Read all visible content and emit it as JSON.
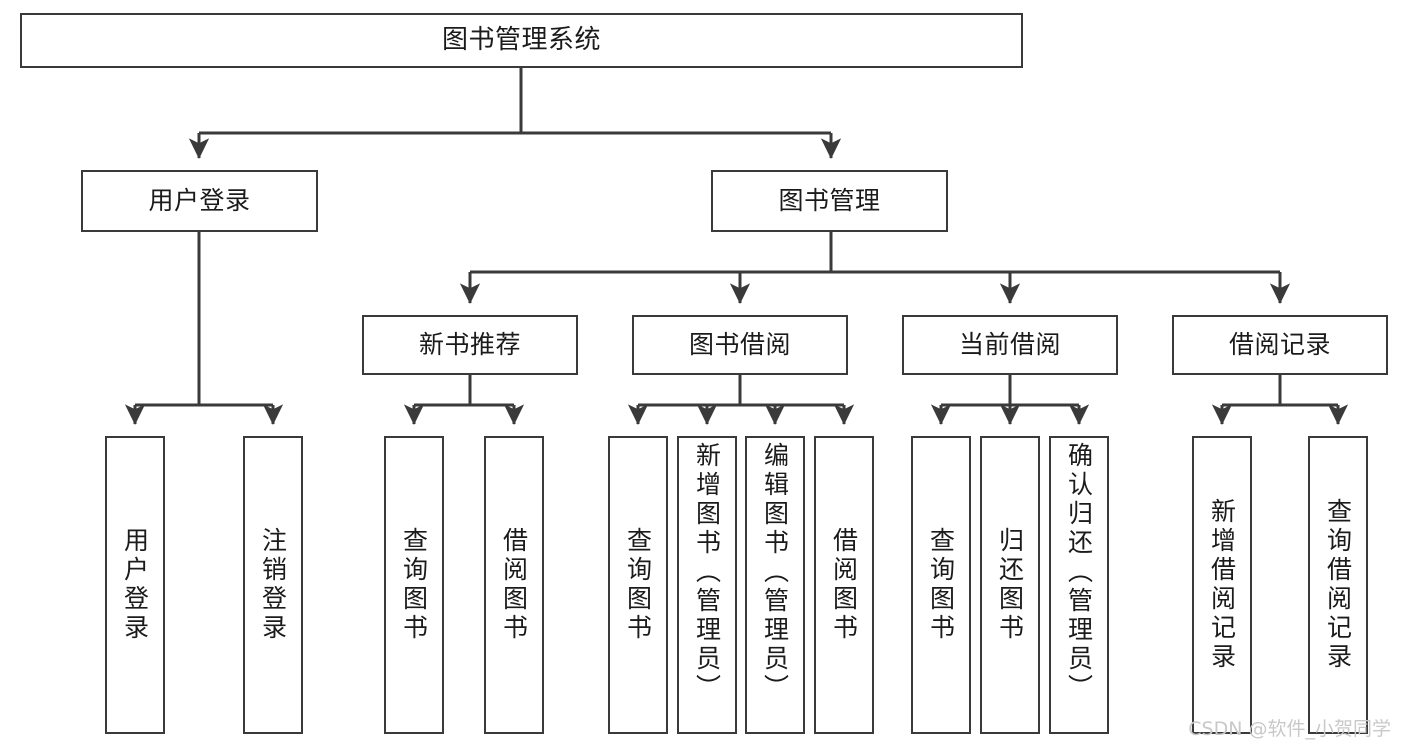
{
  "diagram": {
    "title": "图书管理系统",
    "type": "tree",
    "orientation": "top-down",
    "colors": {
      "box_border": "#3a3a3a",
      "box_fill": "#ffffff",
      "edge": "#3a3a3a",
      "text": "#1b1b1b",
      "watermark": "#c9c9c9",
      "background": "#ffffff"
    }
  },
  "watermark": {
    "text": "CSDN @软件_小贺同学"
  },
  "nodes": {
    "root": {
      "label": "图书管理系统"
    },
    "level2": [
      {
        "id": "user-login",
        "label": "用户登录"
      },
      {
        "id": "book-manage",
        "label": "图书管理"
      }
    ],
    "level3": [
      {
        "id": "new-book-recommend",
        "label": "新书推荐"
      },
      {
        "id": "book-borrow",
        "label": "图书借阅"
      },
      {
        "id": "current-borrow",
        "label": "当前借阅"
      },
      {
        "id": "borrow-record",
        "label": "借阅记录"
      }
    ],
    "leaves": [
      {
        "id": "leaf-user-login",
        "label": "用户登录",
        "parent": "user-login"
      },
      {
        "id": "leaf-logout-login",
        "label": "注销登录",
        "parent": "user-login"
      },
      {
        "id": "leaf-query-book-1",
        "label": "查询图书",
        "parent": "new-book-recommend"
      },
      {
        "id": "leaf-borrow-book-1",
        "label": "借阅图书",
        "parent": "new-book-recommend"
      },
      {
        "id": "leaf-query-book-2",
        "label": "查询图书",
        "parent": "book-borrow"
      },
      {
        "id": "leaf-add-book",
        "label": "新增图书（管理员）",
        "parent": "book-borrow"
      },
      {
        "id": "leaf-edit-book",
        "label": "编辑图书（管理员）",
        "parent": "book-borrow"
      },
      {
        "id": "leaf-borrow-book-2",
        "label": "借阅图书",
        "parent": "book-borrow"
      },
      {
        "id": "leaf-query-book-3",
        "label": "查询图书",
        "parent": "current-borrow"
      },
      {
        "id": "leaf-return-book",
        "label": "归还图书",
        "parent": "current-borrow"
      },
      {
        "id": "leaf-confirm-return",
        "label": "确认归还（管理员）",
        "parent": "current-borrow"
      },
      {
        "id": "leaf-add-record",
        "label": "新增借阅记录",
        "parent": "borrow-record"
      },
      {
        "id": "leaf-query-record",
        "label": "查询借阅记录",
        "parent": "borrow-record"
      }
    ]
  }
}
